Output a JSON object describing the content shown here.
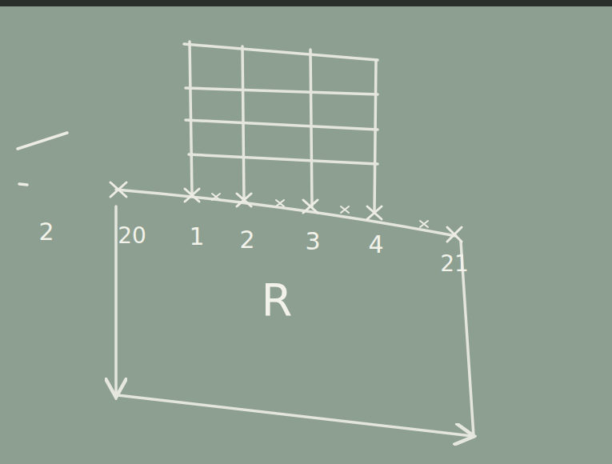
{
  "diagram": {
    "labels": [
      "2",
      "20",
      "1",
      "2",
      "3",
      "4",
      "21",
      "R"
    ]
  }
}
